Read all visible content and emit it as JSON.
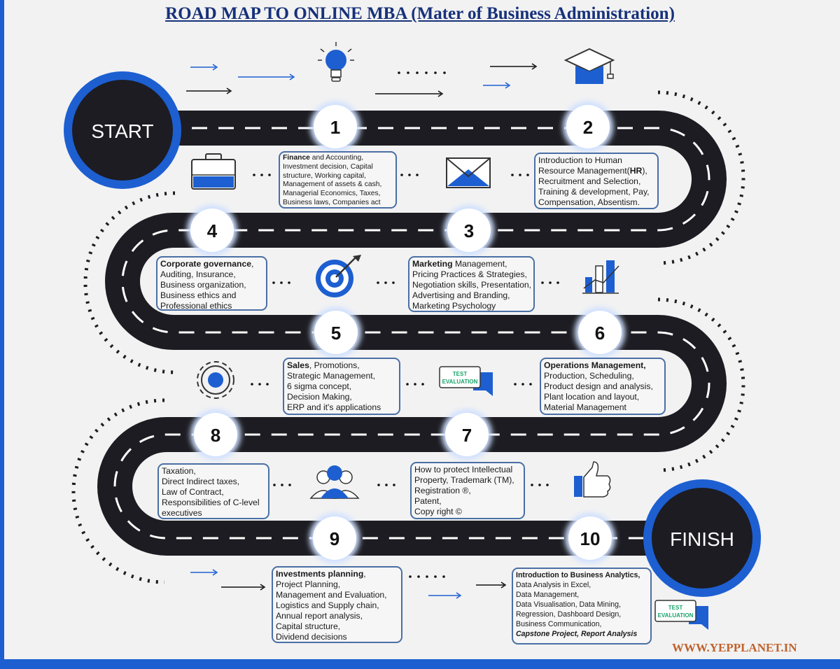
{
  "title": "ROAD MAP  TO  ONLINE  MBA (Mater of Business Administration)",
  "start_label": "START",
  "finish_label": "FINISH",
  "website": "WWW.YEPPLANET.IN",
  "milestones": [
    "1",
    "2",
    "3",
    "4",
    "5",
    "6",
    "7",
    "8",
    "9",
    "10"
  ],
  "test_badge": {
    "line1": "TEST",
    "line2": "EVALUATION"
  },
  "modules": {
    "m1": [
      {
        "bold": "Finance ",
        "text": "and Accounting,"
      },
      {
        "text": "Investment decision, Capital"
      },
      {
        "text": "structure, Working capital,"
      },
      {
        "text": "Management of assets & cash,"
      },
      {
        "text": "Managerial Economics, Taxes,"
      },
      {
        "text": "Business laws, Companies act"
      }
    ],
    "m2": [
      {
        "text": "Introduction to  Human"
      },
      {
        "text": "Resource Management(",
        "bold": "HR",
        "after": "),"
      },
      {
        "text": "Recruitment and Selection,"
      },
      {
        "text": "Training & development, Pay,"
      },
      {
        "text": "Compensation, Absentism."
      }
    ],
    "m3": [
      {
        "bold": "Marketing ",
        "text": "Management,"
      },
      {
        "text": "Pricing Practices & Strategies,"
      },
      {
        "text": "Negotiation skills, Presentation,"
      },
      {
        "text": "Advertising and Branding,"
      },
      {
        "text": "Marketing Psychology"
      }
    ],
    "m4": [
      {
        "bold": "Corporate governance",
        "text": ","
      },
      {
        "text": "Auditing, Insurance,"
      },
      {
        "text": "Business organization,"
      },
      {
        "text": "Business ethics and"
      },
      {
        "text": "Professional ethics"
      }
    ],
    "m5": [
      {
        "bold": "Sales",
        "text": ", Promotions,"
      },
      {
        "text": "Strategic Management,"
      },
      {
        "text": "6 sigma concept,"
      },
      {
        "text": "Decision Making,"
      },
      {
        "text": "ERP and it's applications"
      }
    ],
    "m6": [
      {
        "bold": "Operations Management,"
      },
      {
        "text": "Production, Scheduling,"
      },
      {
        "text": "Product design and analysis,"
      },
      {
        "text": "Plant location and layout,"
      },
      {
        "text": "Material Management"
      }
    ],
    "m7": [
      {
        "text": "How to protect Intellectual"
      },
      {
        "text": "Property, Trademark (TM),"
      },
      {
        "text": "Registration ®,"
      },
      {
        "text": "Patent,"
      },
      {
        "text": "Copy right ©"
      }
    ],
    "m8": [
      {
        "text": "Taxation,"
      },
      {
        "text": "Direct Indirect taxes,"
      },
      {
        "text": "Law of Contract,"
      },
      {
        "text": "Responsibilities of C-level"
      },
      {
        "text": "executives"
      }
    ],
    "m9": [
      {
        "bold": "Investments planning",
        "text": ","
      },
      {
        "text": "Project Planning,"
      },
      {
        "text": "Management and Evaluation,"
      },
      {
        "text": "Logistics and Supply chain,"
      },
      {
        "text": "Annual report analysis,"
      },
      {
        "text": "Capital structure,"
      },
      {
        "text": "Dividend decisions"
      }
    ],
    "m10": [
      {
        "bold": "Introduction to Business Analytics,"
      },
      {
        "text": "Data Analysis in Excel,"
      },
      {
        "text": "Data Management,"
      },
      {
        "text": "Data Visualisation, Data Mining,"
      },
      {
        "text": "Regression, Dashboard Design,"
      },
      {
        "text": "Business Communication,"
      },
      {
        "bolditalic": "Capstone Project, Report Analysis"
      }
    ]
  },
  "icons": {
    "top": [
      "lightbulb-icon",
      "graduation-cap-icon"
    ],
    "row1": [
      "briefcase-icon",
      "envelope-icon"
    ],
    "row2": [
      "target-icon",
      "bar-chart-icon"
    ],
    "row3": [
      "gear-icon",
      "test-evaluation-icon"
    ],
    "row4": [
      "users-icon",
      "thumbs-up-icon"
    ],
    "row5": [
      "test-evaluation-icon"
    ]
  },
  "colors": {
    "road": "#1c1c22",
    "accent_blue": "#1d5fd1",
    "title": "#17317a",
    "box_border": "#4a6fa5",
    "website": "#c0622b"
  }
}
